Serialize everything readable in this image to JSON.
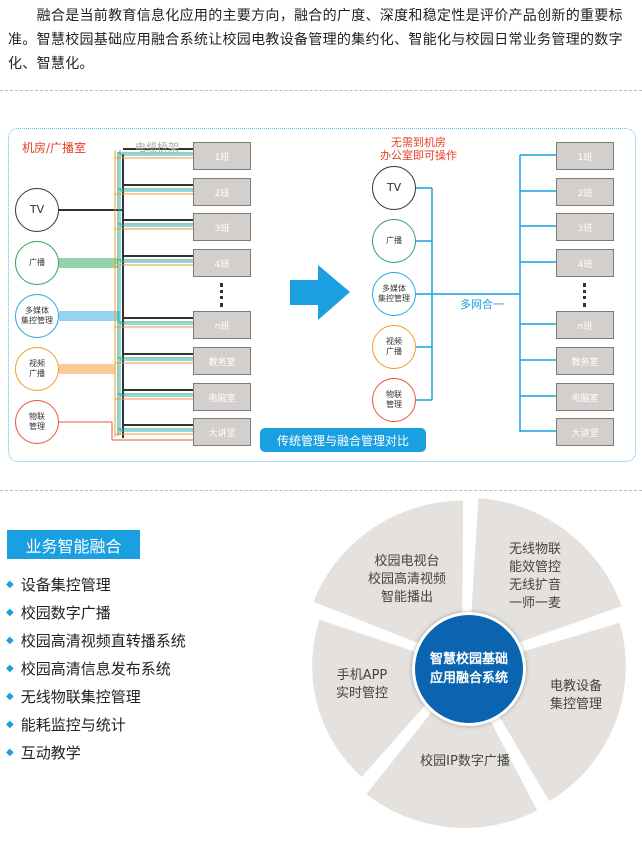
{
  "intro": {
    "lines": [
      "　　融合是当前教育信息化应用的主要方向，融合的广度、深度和稳定性是评价产品创新的重要标",
      "准。智慧校园基础应用融合系统让校园电教设备管理的集约化、智能化与校园日常业务管理的数字",
      "化、智慧化。"
    ]
  },
  "diagram": {
    "left_title": "机房/广播室",
    "cable_tray": "电缆桥架",
    "right_title": "无需到机房\n办公室即可操作",
    "merge_label": "多网合一",
    "caption": "传统管理与融合管理对比",
    "sources": [
      {
        "label": "TV",
        "color": "#333333"
      },
      {
        "label": "广播",
        "color": "#2aa55a"
      },
      {
        "label": "多媒体\n集控管理",
        "color": "#29a8e0"
      },
      {
        "label": "视频\n广播",
        "color": "#f39a2b"
      },
      {
        "label": "物联\n管理",
        "color": "#e8553a"
      }
    ],
    "rooms": [
      "1班",
      "2班",
      "3班",
      "4班",
      "n班",
      "教务室",
      "电脑室",
      "大讲堂"
    ],
    "arrow_color": "#1a9fe0"
  },
  "section": {
    "title": "业务智能融合",
    "items": [
      "设备集控管理",
      "校园数字广播",
      "校园高清视频直转播系统",
      "校园高清信息发布系统",
      "无线物联集控管理",
      "能耗监控与统计",
      "互动教学"
    ]
  },
  "wheel": {
    "center": "智慧校园基础\n应用融合系统",
    "segments": [
      "校园电视台\n校园高清视频\n智能播出",
      "无线物联\n能效管控\n无线扩音\n一师一麦",
      "电教设备\n集控管理",
      "校园IP数字广播",
      "手机APP\n实时管控"
    ],
    "center_color": "#0a64b0",
    "segment_color": "#e4e1de"
  }
}
